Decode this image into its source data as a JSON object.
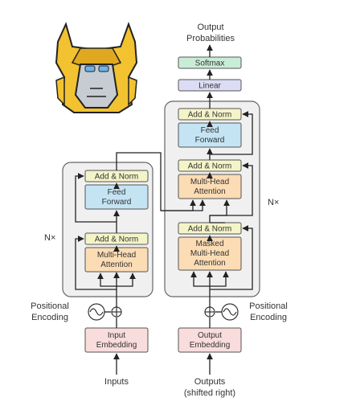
{
  "colors": {
    "stack_fill": "#f0f0f0",
    "stack_stroke": "#666666",
    "add_norm": "#f4f4c9",
    "feed_forward": "#c4e4f4",
    "attention": "#fcdcb4",
    "linear": "#dcdcf4",
    "softmax": "#c9ecd6",
    "embedding": "#f9dcdc",
    "arrow": "#222222",
    "mascot_yellow": "#f2c230",
    "mascot_grey": "#c7ccd2"
  },
  "icons": {
    "mascot": "robot-head-icon",
    "positional": "sine-wave-icon",
    "sum": "plus-circle-icon"
  },
  "labels": {
    "output_probabilities_1": "Output",
    "output_probabilities_2": "Probabilities",
    "softmax": "Softmax",
    "linear": "Linear",
    "add_norm": "Add & Norm",
    "feed_1": "Feed",
    "feed_2": "Forward",
    "mha_1": "Multi-Head",
    "mha_2": "Attention",
    "masked_1": "Masked",
    "masked_2": "Multi-Head",
    "masked_3": "Attention",
    "nx": "N×",
    "pos_1": "Positional",
    "pos_2": "Encoding",
    "input_emb_1": "Input",
    "input_emb_2": "Embedding",
    "output_emb_1": "Output",
    "output_emb_2": "Embedding",
    "inputs": "Inputs",
    "outputs_1": "Outputs",
    "outputs_2": "(shifted right)"
  }
}
